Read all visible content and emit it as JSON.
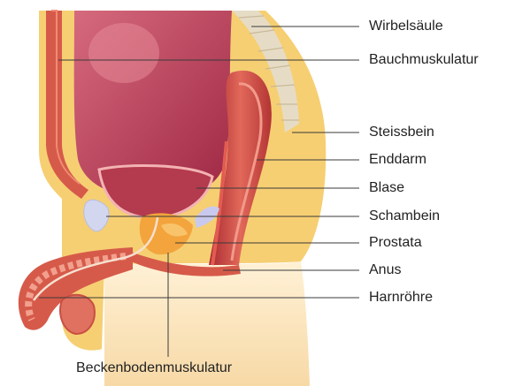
{
  "labels": {
    "wirbelsaeule": "Wirbelsäule",
    "bauchmuskulatur": "Bauchmuskulatur",
    "steissbein": "Steissbein",
    "enddarm": "Enddarm",
    "blase": "Blase",
    "schambein": "Schambein",
    "prostata": "Prostata",
    "anus": "Anus",
    "harnroehre": "Harnröhre",
    "beckenbodenmuskulatur": "Beckenbodenmuskulatur"
  },
  "colors": {
    "fat": "#f6cf73",
    "fat_light": "#fde6a6",
    "muscle": "#d65a4a",
    "muscle_dark": "#a8283a",
    "bladder": "#c0485f",
    "bladder_light": "#e07e8f",
    "rectum": "#c23a3a",
    "skin": "#fbe0b4",
    "prostate": "#f2a23a",
    "bone": "#cfd3e8",
    "leader": "#3a3a3a"
  }
}
